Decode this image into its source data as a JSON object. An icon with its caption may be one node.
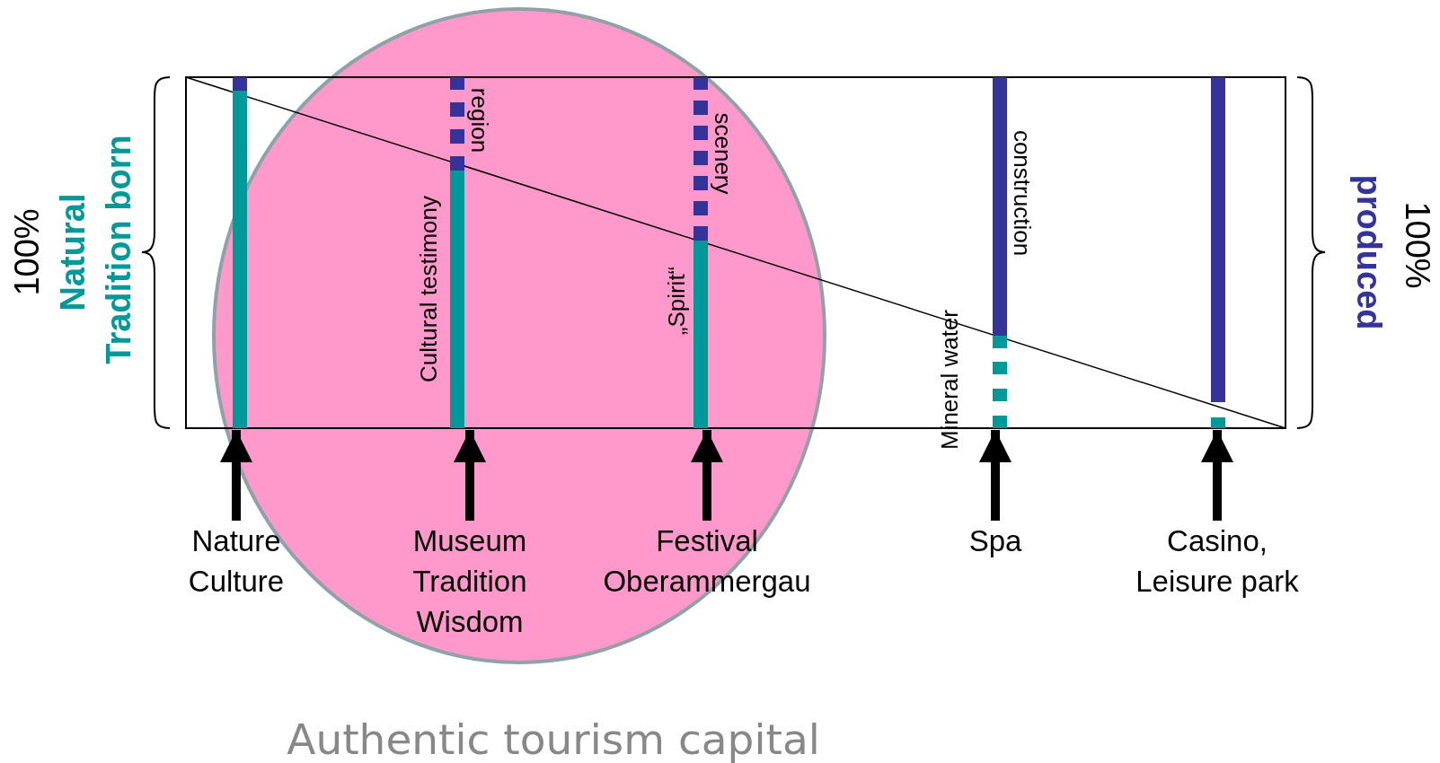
{
  "diagram": {
    "nodes": [
      {
        "text": [],
        "shape": "bar"
      },
      {
        "text": [],
        "shape": "bar",
        "beside": [
          "region",
          "Cultural testimony"
        ]
      },
      {
        "text": [],
        "shape": "bar",
        "beside": [
          "scenery",
          "„Spirit“"
        ]
      },
      {
        "text": [],
        "shape": "bar",
        "beside": [
          "construction",
          "Mineral water"
        ]
      },
      {
        "text": [],
        "shape": "bar"
      },
      {
        "text": [
          "Nature Culture"
        ]
      },
      {
        "text": [
          "Museum Tradition Wisdom"
        ]
      },
      {
        "text": [
          "Festival Oberammergau"
        ]
      },
      {
        "text": [
          "Spa"
        ]
      },
      {
        "text": [
          "Casino, Leisure park"
        ]
      }
    ],
    "edges": [
      {
        "from": 5,
        "to": 0,
        "arrow": "to"
      },
      {
        "from": 6,
        "to": 1,
        "arrow": "to"
      },
      {
        "from": 7,
        "to": 2,
        "arrow": "to"
      },
      {
        "from": 8,
        "to": 3,
        "arrow": "to"
      },
      {
        "from": 9,
        "to": 4,
        "arrow": "to"
      }
    ],
    "labels": [
      "100%",
      "Natural",
      "Tradition born",
      "produced",
      "100%",
      "Authentic tourism capital"
    ]
  }
}
